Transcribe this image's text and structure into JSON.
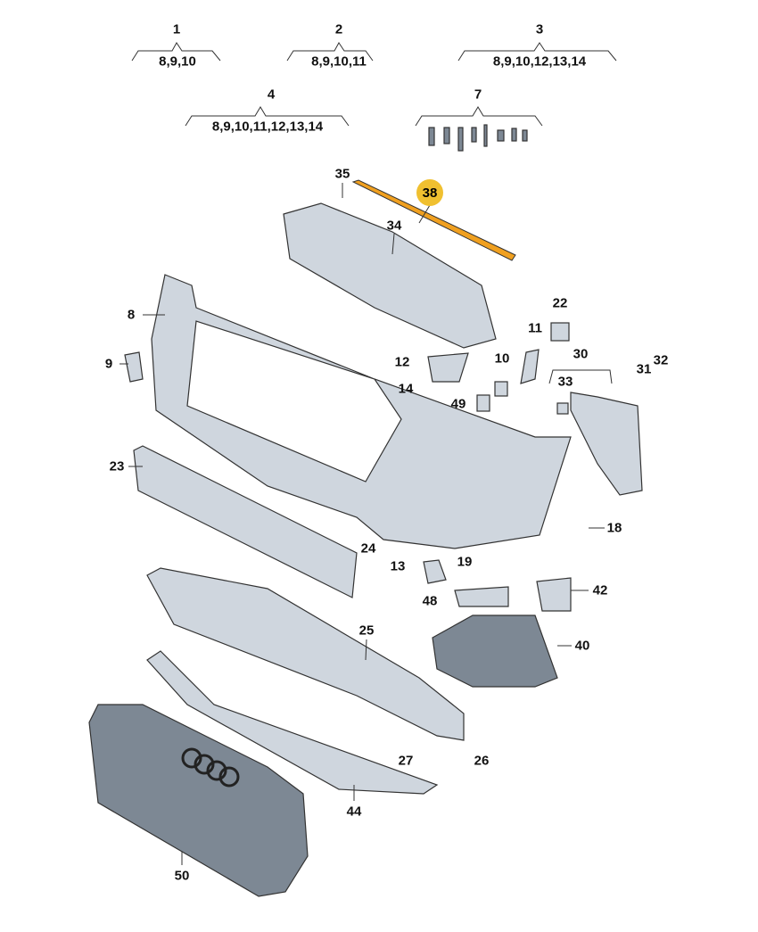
{
  "groups": [
    {
      "number": "1",
      "contents": "8,9,10"
    },
    {
      "number": "2",
      "contents": "8,9,10,11"
    },
    {
      "number": "3",
      "contents": "8,9,10,12,13,14"
    },
    {
      "number": "4",
      "contents": "8,9,10,11,12,13,14"
    },
    {
      "number": "7",
      "contents": ""
    }
  ],
  "highlighted_part": "38",
  "highlight_color": "#f0c030",
  "callouts": {
    "p35": "35",
    "p34": "34",
    "p8": "8",
    "p22": "22",
    "p11": "11",
    "p30": "30",
    "p32": "32",
    "p31": "31",
    "p9": "9",
    "p12": "12",
    "p10": "10",
    "p33": "33",
    "p14": "14",
    "p49": "49",
    "p23": "23",
    "p18": "18",
    "p24": "24",
    "p13": "13",
    "p19": "19",
    "p42": "42",
    "p48": "48",
    "p25": "25",
    "p40": "40",
    "p27": "27",
    "p26": "26",
    "p44": "44",
    "p50": "50"
  }
}
